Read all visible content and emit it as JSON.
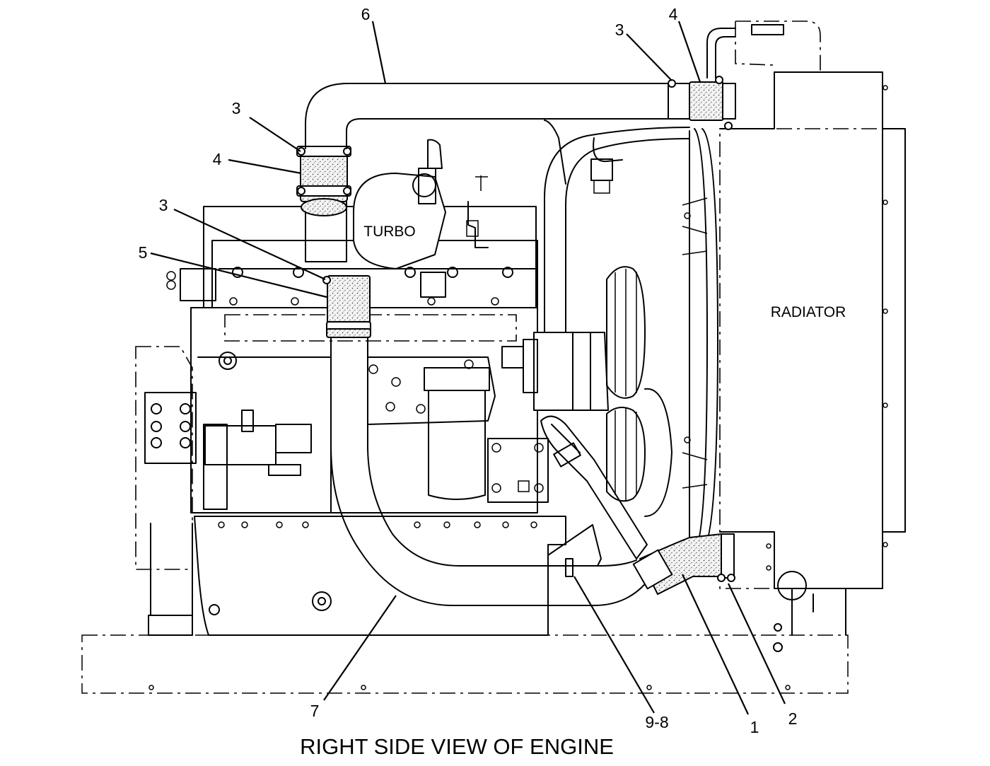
{
  "diagram": {
    "caption": "RIGHT SIDE VIEW OF ENGINE",
    "component_labels": {
      "turbo": "TURBO",
      "radiator": "RADIATOR"
    },
    "callouts": [
      {
        "id": "c6",
        "text": "6"
      },
      {
        "id": "c3a",
        "text": "3"
      },
      {
        "id": "c4a",
        "text": "4"
      },
      {
        "id": "c3b",
        "text": "3"
      },
      {
        "id": "c4b",
        "text": "4"
      },
      {
        "id": "c3c",
        "text": "3"
      },
      {
        "id": "c5",
        "text": "5"
      },
      {
        "id": "c7",
        "text": "7"
      },
      {
        "id": "c98",
        "text": "9-8"
      },
      {
        "id": "c1",
        "text": "1"
      },
      {
        "id": "c2",
        "text": "2"
      }
    ]
  }
}
